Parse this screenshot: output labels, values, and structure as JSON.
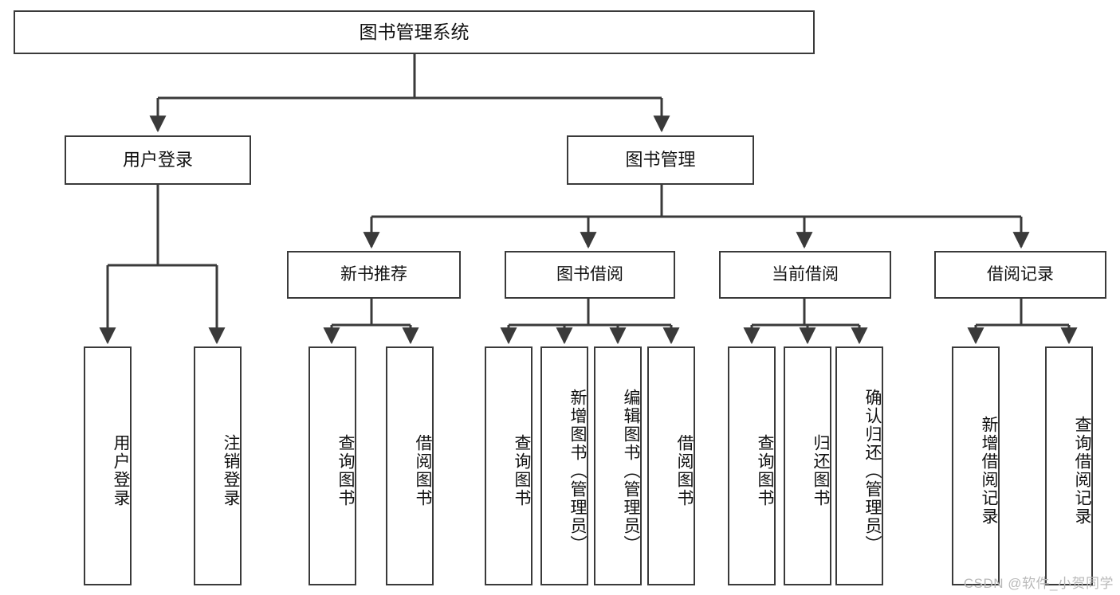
{
  "diagram": {
    "title": "图书管理系统",
    "watermark": "CSDN @软件_小贺同学",
    "line_color": "#3a3a3a",
    "background_color": "#ffffff",
    "text_color": "#111111",
    "nodes": {
      "root": "图书管理系统",
      "l2": {
        "user_login": "用户登录",
        "book_manage": "图书管理"
      },
      "l3": {
        "new_book_recommend": "新书推荐",
        "book_borrow": "图书借阅",
        "current_borrow": "当前借阅",
        "borrow_record": "借阅记录"
      },
      "leaves": {
        "user_login_1": "用户登录",
        "user_login_2": "注销登录",
        "recommend_1": "查询图书",
        "recommend_2": "借阅图书",
        "borrow_1": "查询图书",
        "borrow_2": "新增图书（管理员）",
        "borrow_3": "编辑图书（管理员）",
        "borrow_4": "借阅图书",
        "current_1": "查询图书",
        "current_2": "归还图书",
        "current_3": "确认归还（管理员）",
        "record_1": "新增借阅记录",
        "record_2": "查询借阅记录"
      }
    }
  },
  "chart_data": {
    "type": "tree",
    "title": "图书管理系统",
    "root": {
      "label": "图书管理系统",
      "children": [
        {
          "label": "用户登录",
          "children": [
            {
              "label": "用户登录",
              "children": []
            },
            {
              "label": "注销登录",
              "children": []
            }
          ]
        },
        {
          "label": "图书管理",
          "children": [
            {
              "label": "新书推荐",
              "children": [
                {
                  "label": "查询图书",
                  "children": []
                },
                {
                  "label": "借阅图书",
                  "children": []
                }
              ]
            },
            {
              "label": "图书借阅",
              "children": [
                {
                  "label": "查询图书",
                  "children": []
                },
                {
                  "label": "新增图书（管理员）",
                  "children": []
                },
                {
                  "label": "编辑图书（管理员）",
                  "children": []
                },
                {
                  "label": "借阅图书",
                  "children": []
                }
              ]
            },
            {
              "label": "当前借阅",
              "children": [
                {
                  "label": "查询图书",
                  "children": []
                },
                {
                  "label": "归还图书",
                  "children": []
                },
                {
                  "label": "确认归还（管理员）",
                  "children": []
                }
              ]
            },
            {
              "label": "借阅记录",
              "children": [
                {
                  "label": "新增借阅记录",
                  "children": []
                },
                {
                  "label": "查询借阅记录",
                  "children": []
                }
              ]
            }
          ]
        }
      ]
    },
    "depth": 4,
    "leaf_count": 13,
    "orientation": "top-down",
    "edge_style": "orthogonal-elbow-with-arrowheads"
  }
}
